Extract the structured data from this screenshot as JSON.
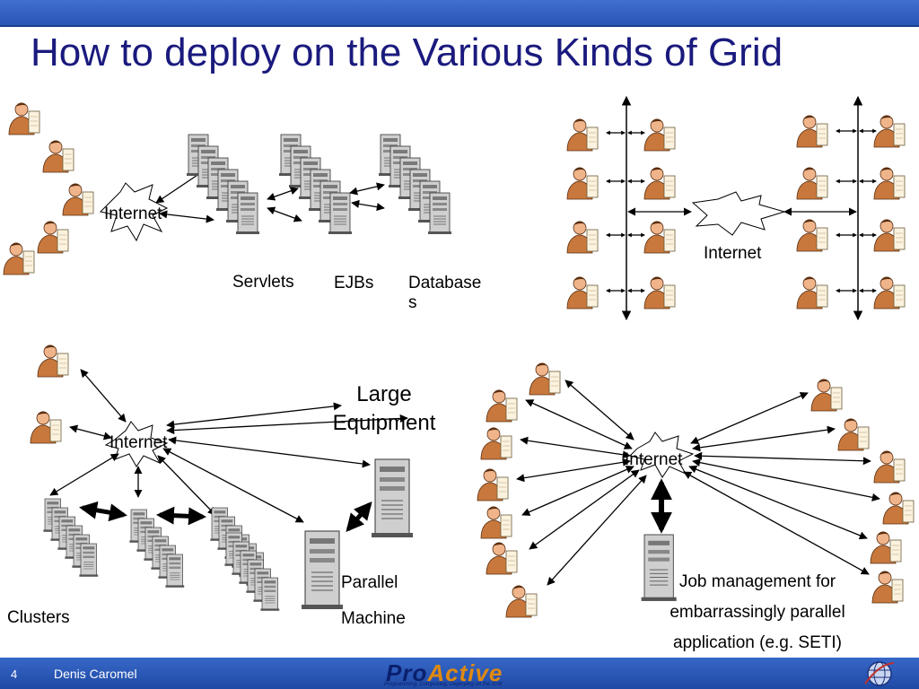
{
  "slide": {
    "title": "How to deploy on the Various Kinds of Grid",
    "page_number": "4",
    "author": "Denis Caromel",
    "brand_pro": "Pro",
    "brand_active": "Active",
    "tagline": "Programming, Composing, Deploying on the Grid"
  },
  "labels": {
    "internet_1": "Internet",
    "servlets": "Servlets",
    "ejbs": "EJBs",
    "databases_line1": "Database",
    "databases_line2": "s",
    "internet_2": "Internet",
    "large_equipment_1": "Large",
    "large_equipment_2": "Equipment",
    "internet_3": "Internet",
    "parallel_1": "Parallel",
    "parallel_2": "Machine",
    "clusters": "Clusters",
    "internet_4": "Internet",
    "job_1": "Job management for",
    "job_2": "embarrassingly  parallel",
    "job_3": "application (e.g. SETI)"
  },
  "colors": {
    "title": "#1a1a7e",
    "header_bar": "#2a56b6",
    "footer_bar": "#1f4aa4",
    "brand_accent": "#e08a10"
  }
}
